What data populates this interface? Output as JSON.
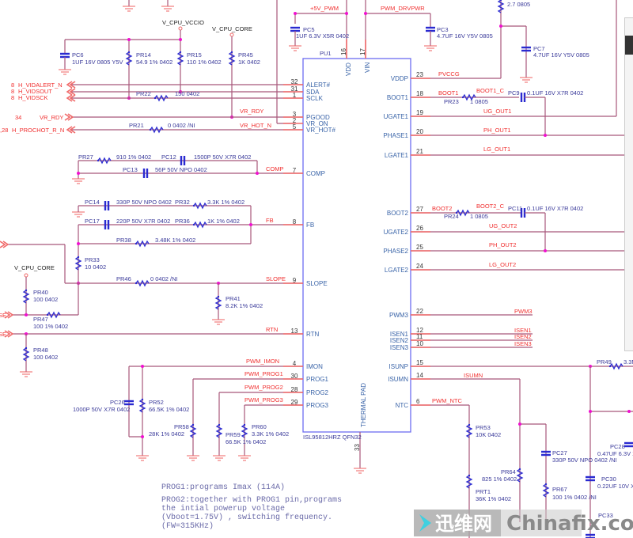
{
  "power_rails": {
    "v_cpu_vccio": "V_CPU_VCCIO",
    "v_cpu_core_top": "V_CPU_CORE",
    "v_cpu_core_left": "V_CPU_CORE",
    "p5v_pwm": "+5V_PWM",
    "pwm_drvpwr": "PWM_DRVPWR"
  },
  "chip": {
    "ref": "PU1",
    "part": "ISL95812HRZ QFN32",
    "thermal_pad": "THERMAL PAD",
    "thermal_pin": "33",
    "top_pins": [
      {
        "num": "16",
        "name": "VDD"
      },
      {
        "num": "17",
        "name": "VIN"
      }
    ],
    "left_pins": [
      {
        "num": "32",
        "name": "ALERT#",
        "net": ""
      },
      {
        "num": "31",
        "name": "SDA",
        "net": ""
      },
      {
        "num": "1",
        "name": "SCLK",
        "net": ""
      },
      {
        "num": "3",
        "name": "PGOOD",
        "net": "VR_RDY"
      },
      {
        "num": "2",
        "name": "VR_ON",
        "net": ""
      },
      {
        "num": "5",
        "name": "VR_HOT#",
        "net": "VR_HOT_N"
      },
      {
        "num": "7",
        "name": "COMP",
        "net": "COMP"
      },
      {
        "num": "8",
        "name": "FB",
        "net": "FB"
      },
      {
        "num": "9",
        "name": "SLOPE",
        "net": "SLOPE"
      },
      {
        "num": "13",
        "name": "RTN",
        "net": "RTN"
      },
      {
        "num": "4",
        "name": "IMON",
        "net": "PWM_IMON"
      },
      {
        "num": "30",
        "name": "PROG1",
        "net": "PWM_PROG1"
      },
      {
        "num": "28",
        "name": "PROG2",
        "net": "PWM_PROG2"
      },
      {
        "num": "29",
        "name": "PROG3",
        "net": "PWM_PROG3"
      }
    ],
    "right_pins": [
      {
        "num": "23",
        "name": "VDDP",
        "net": "PVCCG"
      },
      {
        "num": "18",
        "name": "BOOT1",
        "net": "BOOT1"
      },
      {
        "num": "19",
        "name": "UGATE1",
        "net": "UG_OUT1"
      },
      {
        "num": "20",
        "name": "PHASE1",
        "net": "PH_OUT1"
      },
      {
        "num": "21",
        "name": "LGATE1",
        "net": "LG_OUT1"
      },
      {
        "num": "27",
        "name": "BOOT2",
        "net": "BOOT2"
      },
      {
        "num": "26",
        "name": "UGATE2",
        "net": "UG_OUT2"
      },
      {
        "num": "25",
        "name": "PHASE2",
        "net": "PH_OUT2"
      },
      {
        "num": "24",
        "name": "LGATE2",
        "net": "LG_OUT2"
      },
      {
        "num": "22",
        "name": "PWM3",
        "net": "PWM3"
      },
      {
        "num": "12",
        "name": "ISEN1",
        "net": "ISEN1"
      },
      {
        "num": "11",
        "name": "ISEN2",
        "net": "ISEN2"
      },
      {
        "num": "10",
        "name": "ISEN3",
        "net": "ISEN3"
      },
      {
        "num": "15",
        "name": "ISUNP",
        "net": ""
      },
      {
        "num": "14",
        "name": "ISUMN",
        "net": "ISUMN"
      },
      {
        "num": "6",
        "name": "NTC",
        "net": "PWM_NTC"
      }
    ]
  },
  "offpage": [
    {
      "page": "8",
      "name": "H_VIDALERT_N"
    },
    {
      "page": "8",
      "name": "H_VIDSOUT"
    },
    {
      "page": "8",
      "name": "H_VIDSCK"
    },
    {
      "page": "34",
      "name": "VR_RDY"
    },
    {
      "page": ",28",
      "name": "H_PROCHOT_R_N"
    },
    {
      "page": "",
      "name": "SE"
    },
    {
      "page": "",
      "name": "SE"
    }
  ],
  "components": {
    "PC6": {
      "ref": "PC6",
      "value": "1UF 16V 0805 Y5V"
    },
    "PR14": {
      "ref": "PR14",
      "value": "54.9 1% 0402"
    },
    "PR15": {
      "ref": "PR15",
      "value": "110 1% 0402"
    },
    "PR45": {
      "ref": "PR45",
      "value": "1K 0402"
    },
    "PR22": {
      "ref": "PR22",
      "value": "150 0402"
    },
    "PR21": {
      "ref": "PR21",
      "value": "0 0402 /NI"
    },
    "PC5": {
      "ref": "PC5",
      "value": "1UF 6.3V X5R 0402"
    },
    "PC3": {
      "ref": "PC3",
      "value": "4.7UF 16V Y5V 0805"
    },
    "PC7": {
      "ref": "PC7",
      "value": "4.7UF 16V Y5V 0805"
    },
    "R_top": {
      "ref": "",
      "value": "2.7 0805"
    },
    "PR23": {
      "ref": "PR23",
      "value": "1 0805"
    },
    "PC9": {
      "ref": "PC9",
      "value": "0.1UF 16V X7R 0402"
    },
    "BOOT1_C": {
      "ref": "BOOT1_C",
      "value": ""
    },
    "PR27": {
      "ref": "PR27",
      "value": "910 1% 0402"
    },
    "PC12": {
      "ref": "PC12",
      "value": "1500P 50V X7R 0402"
    },
    "PC13": {
      "ref": "PC13",
      "value": "56P 50V NPO 0402"
    },
    "PC14": {
      "ref": "PC14",
      "value": "330P 50V NPO 0402"
    },
    "PR32": {
      "ref": "PR32",
      "value": "3.3K 1% 0402"
    },
    "PC17": {
      "ref": "PC17",
      "value": "220P 50V X7R 0402"
    },
    "PR36": {
      "ref": "PR36",
      "value": "1K 1% 0402"
    },
    "PR38": {
      "ref": "PR38",
      "value": "3.48K 1% 0402"
    },
    "PR33": {
      "ref": "PR33",
      "value": "10 0402"
    },
    "PR46": {
      "ref": "PR46",
      "value": "0 0402 /NI"
    },
    "PR41": {
      "ref": "PR41",
      "value": "8.2K 1% 0402"
    },
    "PR40": {
      "ref": "PR40",
      "value": "100 0402"
    },
    "PR47": {
      "ref": "PR47",
      "value": "100 1% 0402"
    },
    "PR48": {
      "ref": "PR48",
      "value": "100 0402"
    },
    "PR24": {
      "ref": "PR24",
      "value": "1 0805"
    },
    "PC11": {
      "ref": "PC11",
      "value": "0.1UF 16V X7R 0402"
    },
    "BOOT2_C": {
      "ref": "BOOT2_C",
      "value": ""
    },
    "PC26": {
      "ref": "PC26",
      "value": "1000P 50V X7R 0402"
    },
    "PR52": {
      "ref": "PR52",
      "value": "66.5K 1% 0402"
    },
    "PR58": {
      "ref": "PR58",
      "value": "28K 1% 0402"
    },
    "PR59": {
      "ref": "PR59",
      "value": "66.5K 1% 0402"
    },
    "PR60": {
      "ref": "PR60",
      "value": "3.3K 1% 0402"
    },
    "PR53": {
      "ref": "PR53",
      "value": "10K 0402"
    },
    "PRT1": {
      "ref": "PRT1",
      "value": "36K 1% 0402"
    },
    "PR64": {
      "ref": "PR64",
      "value": "825 1% 0402"
    },
    "PC27": {
      "ref": "PC27",
      "value": "330P 50V NPO 0402 /NI"
    },
    "PR67": {
      "ref": "PR67",
      "value": "100 1% 0402 /NI"
    },
    "PR49": {
      "ref": "PR49",
      "value": "3.3M"
    },
    "PC28": {
      "ref": "PC28",
      "value": "0.47UF 6.3V X"
    },
    "PC30": {
      "ref": "PC30",
      "value": "0.22UF 10V X"
    },
    "PC33": {
      "ref": "PC33",
      "value": ""
    }
  },
  "notes": [
    "PROG1:programs Imax (114A)",
    "PROG2:together with PROG1 pin,programs",
    "the intial powerup voltage",
    "(Vboot=1.75V) , switching frequency.",
    "(FW=315KHz)"
  ],
  "watermark": {
    "cn": "迅维网",
    "en": "Chinafix.com"
  },
  "colors": {
    "wire": "#a8577a",
    "pin": "#f06a6a",
    "chip": "#6c6cf0",
    "component": "#2a2ad0",
    "junction": "#f010d0",
    "net_label": "#f03030"
  }
}
